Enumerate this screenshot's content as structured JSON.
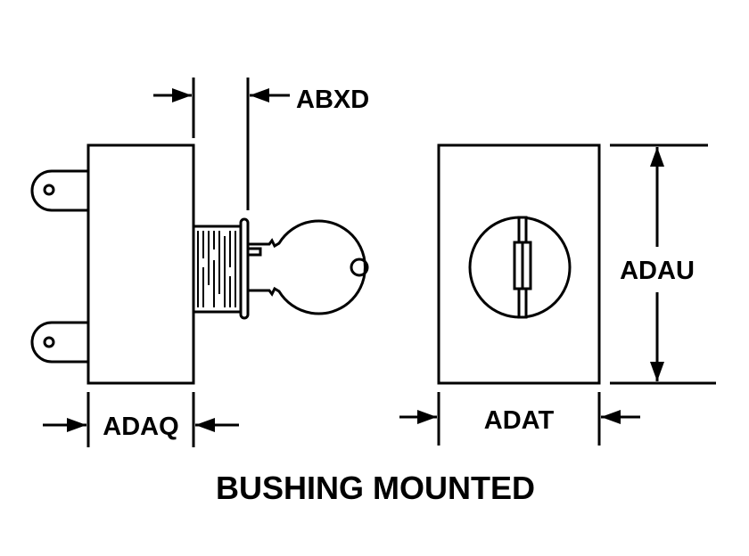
{
  "title": "BUSHING MOUNTED",
  "dimensions": {
    "bushing_length": "ABXD",
    "body_depth": "ADAQ",
    "face_width": "ADAT",
    "face_height": "ADAU"
  },
  "colors": {
    "line": "#000000",
    "background": "#ffffff"
  }
}
